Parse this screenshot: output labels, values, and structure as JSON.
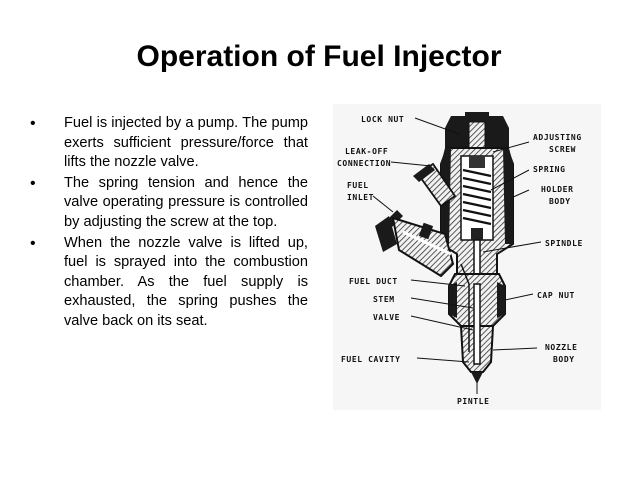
{
  "slide": {
    "title": "Operation of Fuel Injector",
    "bullets": [
      "Fuel is injected by a pump. The pump exerts sufficient pressure/force that lifts the nozzle valve.",
      "The spring tension and hence the valve operating pressure is controlled by adjusting the screw at the top.",
      "When the nozzle valve is lifted up, fuel is sprayed into the combustion chamber. As the fuel supply is exhausted, the spring pushes the valve back on its seat."
    ]
  },
  "diagram": {
    "labels": {
      "lock_nut": "LOCK NUT",
      "leak_off_1": "LEAK-OFF",
      "leak_off_2": "CONNECTION",
      "fuel_inlet_1": "FUEL",
      "fuel_inlet_2": "INLET",
      "adjusting_1": "ADJUSTING",
      "adjusting_2": "SCREW",
      "spring": "SPRING",
      "holder_1": "HOLDER",
      "holder_2": "BODY",
      "spindle": "SPINDLE",
      "fuel_duct": "FUEL DUCT",
      "stem": "STEM",
      "valve": "VALVE",
      "cap_nut": "CAP NUT",
      "nozzle_1": "NOZZLE",
      "nozzle_2": "BODY",
      "fuel_cavity": "FUEL CAVITY",
      "pintle": "PINTLE"
    }
  }
}
